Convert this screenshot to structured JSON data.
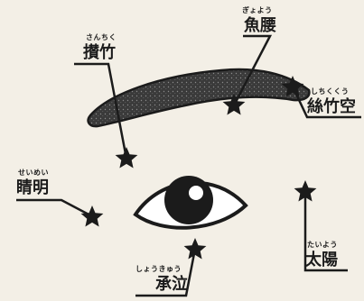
{
  "points": [
    {
      "id": "santiku",
      "reading": "さんちく",
      "name": "攅竹"
    },
    {
      "id": "gyoyou",
      "reading": "ぎょよう",
      "name": "魚腰"
    },
    {
      "id": "shichikukuu",
      "reading": "しちくくう",
      "name": "絲竹空"
    },
    {
      "id": "seimei",
      "reading": "せいめい",
      "name": "睛明"
    },
    {
      "id": "shoukyuu",
      "reading": "しょうきゅう",
      "name": "承泣"
    },
    {
      "id": "taiyou",
      "reading": "たいよう",
      "name": "太陽"
    }
  ],
  "colors": {
    "background": "#f3efe6",
    "ink": "#1b1b1b",
    "brow_fill": "#3a3a3a"
  },
  "icons": {
    "acupoint_marker": "star-icon",
    "eyebrow": "eyebrow-icon",
    "eye": "eye-icon"
  }
}
